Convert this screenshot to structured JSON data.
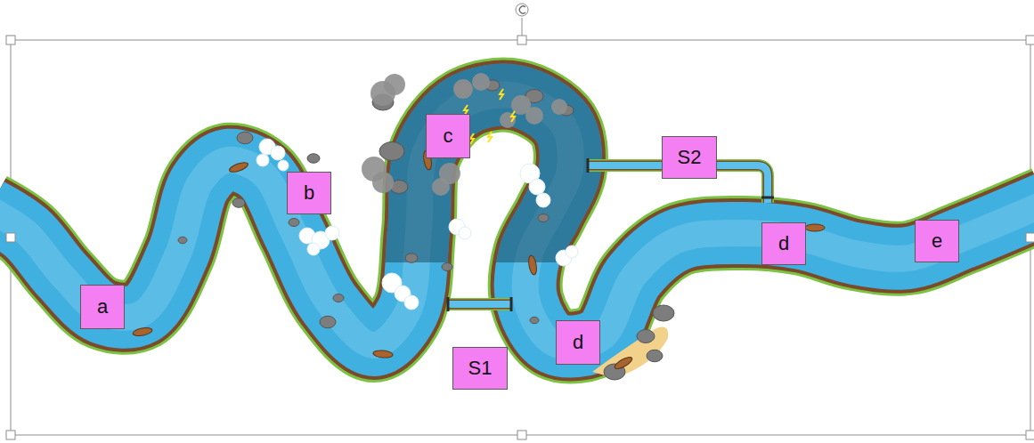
{
  "diagram": {
    "nodes": [
      {
        "text": [
          "a"
        ]
      },
      {
        "text": [
          "b"
        ]
      },
      {
        "text": [
          "c"
        ]
      },
      {
        "text": [
          "S1"
        ]
      },
      {
        "text": [
          "d"
        ]
      },
      {
        "text": [
          "S2"
        ]
      },
      {
        "text": [
          "d"
        ]
      },
      {
        "text": [
          "e"
        ]
      }
    ]
  }
}
